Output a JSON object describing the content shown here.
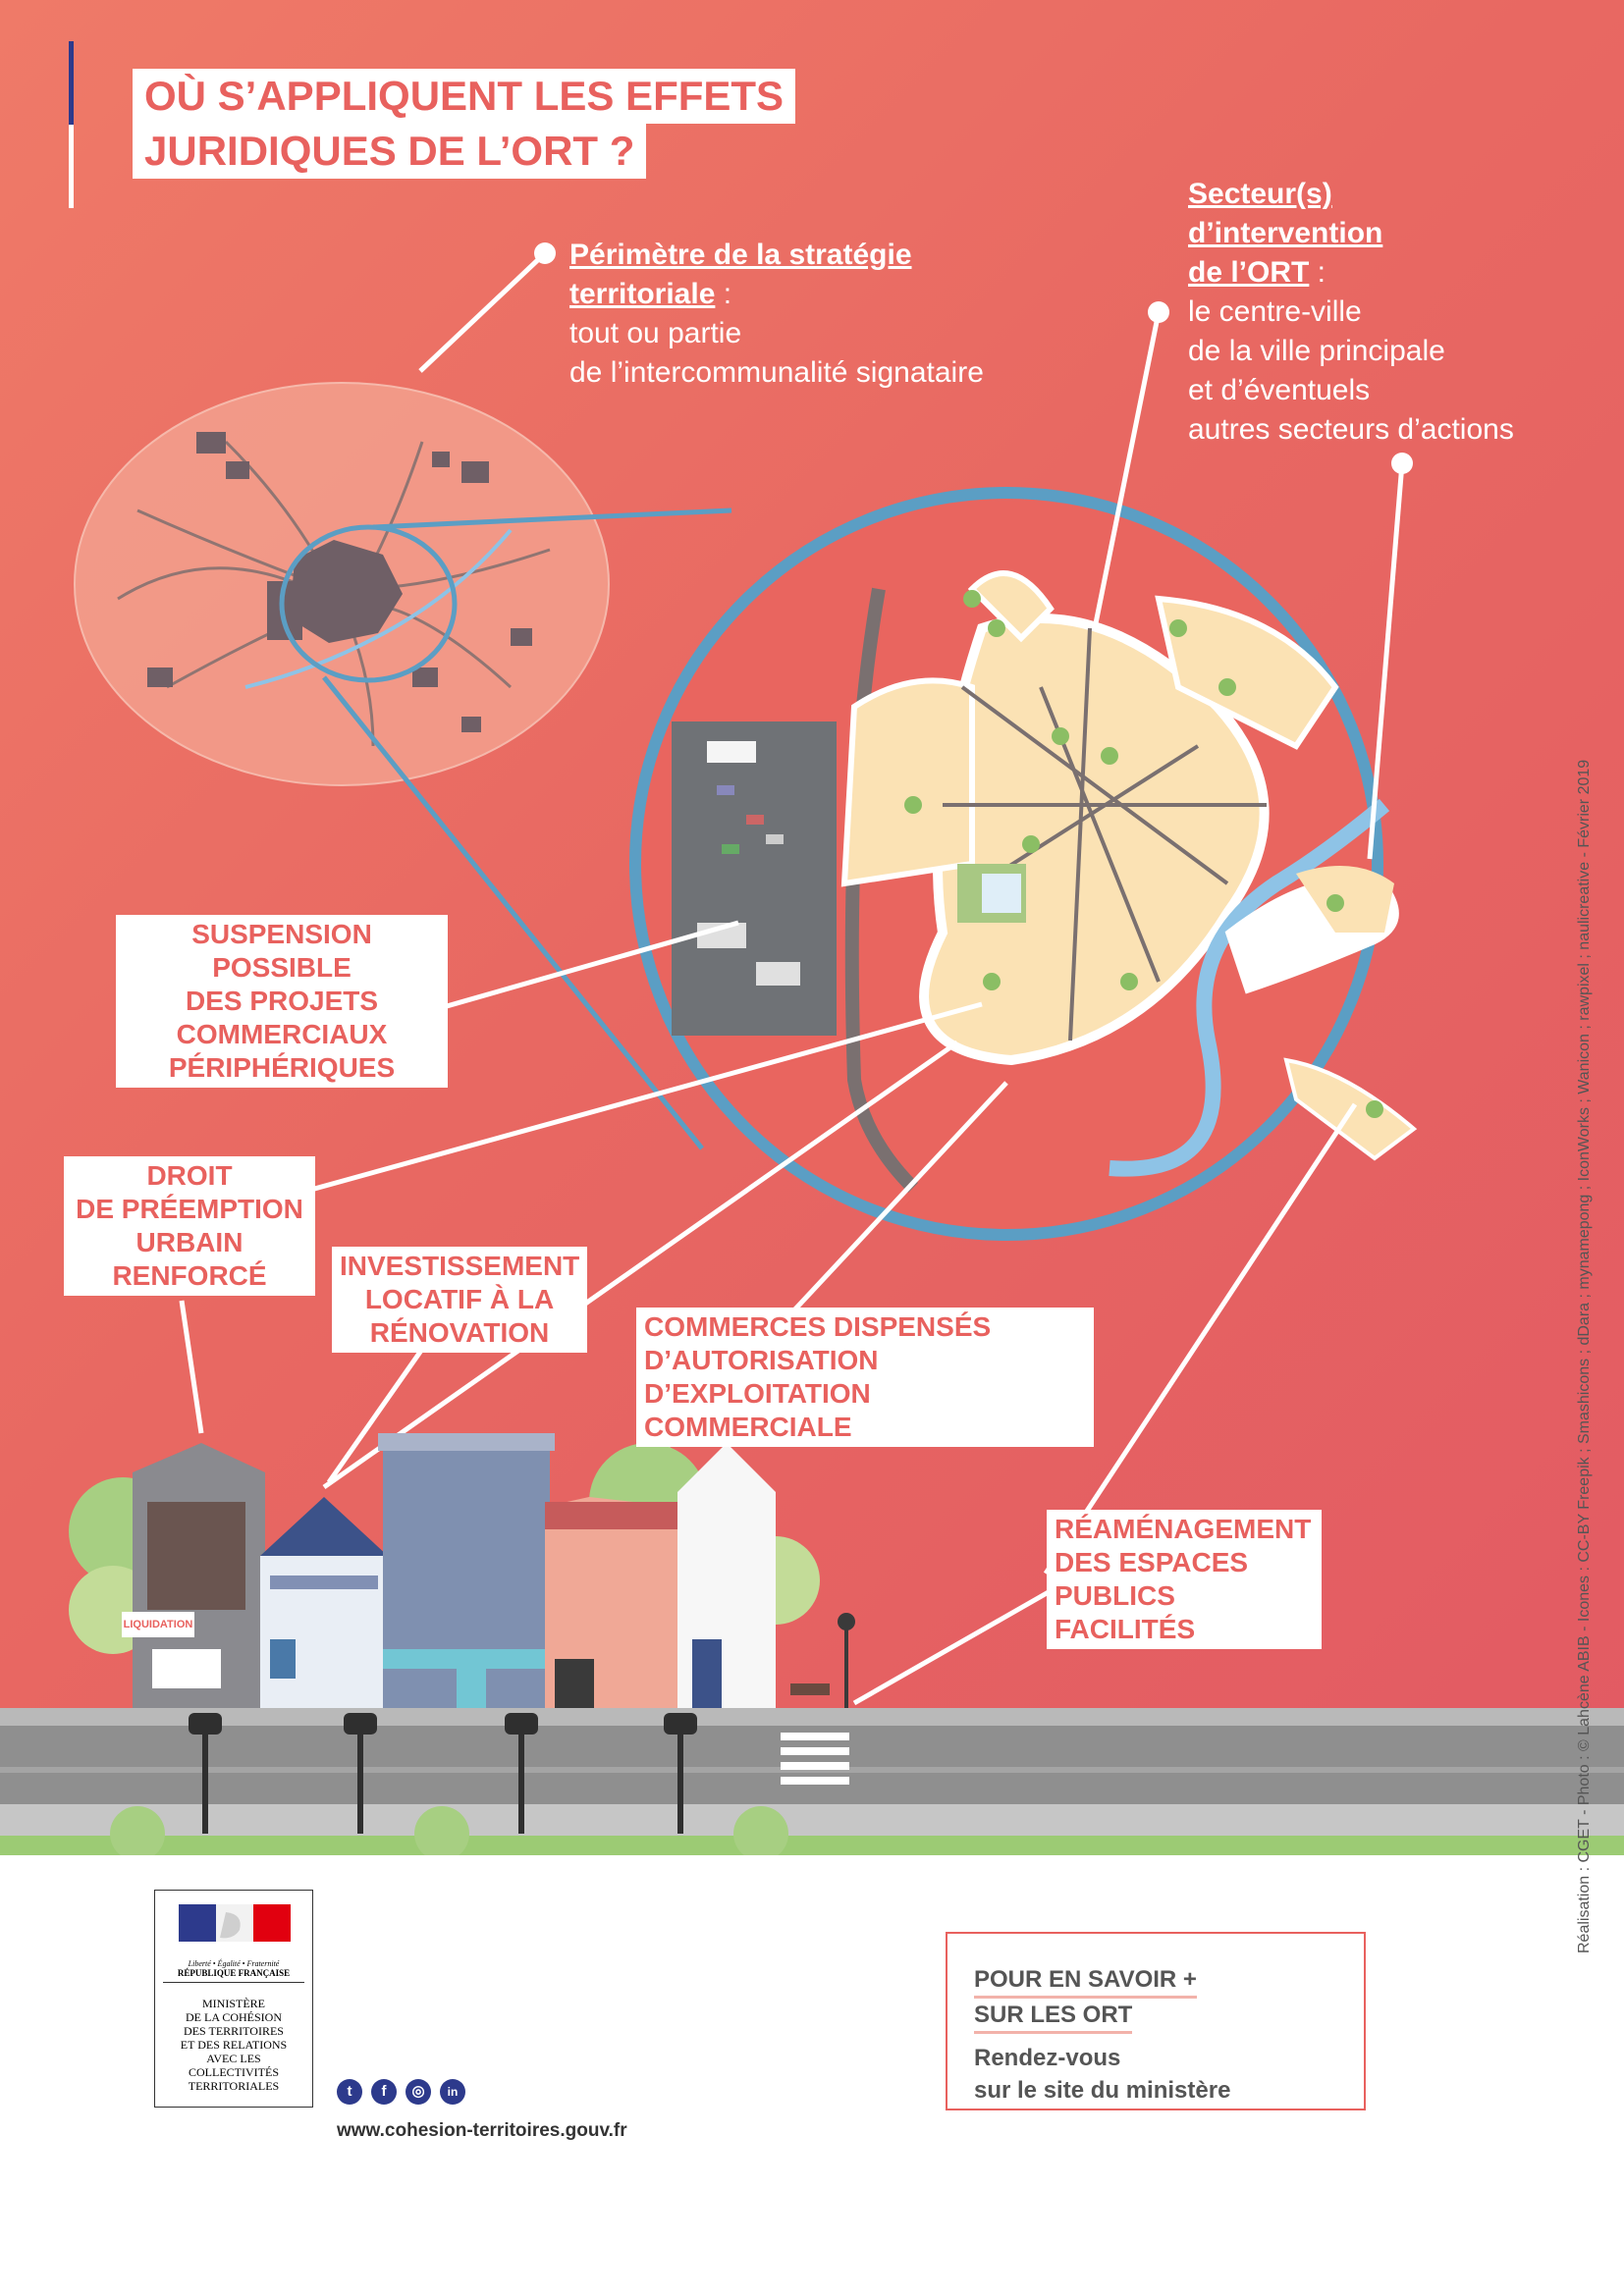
{
  "title": {
    "line1": "OÙ S’APPLIQUENT LES EFFETS",
    "line2": "JURIDIQUES DE L’ORT ?"
  },
  "perimetre": {
    "heading_1": "Périmètre de la stratégie",
    "heading_2": "territoriale",
    "colon": " :",
    "text_1": "tout ou partie",
    "text_2": "de l’intercommunalité signataire"
  },
  "secteurs": {
    "heading_1": "Secteur(s)",
    "heading_2": "d’intervention",
    "heading_3": "de l’ORT",
    "colon": " :",
    "text_1": "le centre-ville",
    "text_2": "de la ville principale",
    "text_3": "et d’éventuels",
    "text_4": "autres secteurs d’actions"
  },
  "labels": {
    "suspension": [
      "SUSPENSION POSSIBLE",
      "DES PROJETS",
      "COMMERCIAUX",
      "PÉRIPHÉRIQUES"
    ],
    "droit": [
      "DROIT",
      "DE PRÉEMPTION",
      "URBAIN",
      "RENFORCÉ"
    ],
    "investissement": [
      "INVESTISSEMENT",
      "LOCATIF À LA",
      "RÉNOVATION"
    ],
    "commerces": [
      "COMMERCES DISPENSÉS",
      "D’AUTORISATION",
      "D’EXPLOITATION COMMERCIALE"
    ],
    "reamenagement": [
      "RÉAMÉNAGEMENT",
      "DES ESPACES",
      "PUBLICS FACILITÉS"
    ]
  },
  "shop_sign": "LIQUIDATION",
  "credit": "Réalisation : CGET - Photo : © Lahcène ABIB - Icones : CC-BY Freepik ; Smashicons ; dDara ; mynamepong ; IconWorks ; Wanicon ; rawpixel ; naulicreative - Février 2019",
  "footer": {
    "logo_motto": "Liberté • Égalité • Fraternité",
    "logo_republic": "RÉPUBLIQUE FRANÇAISE",
    "ministry": [
      "MINISTÈRE",
      "DE LA COHÉSION",
      "DES TERRITOIRES",
      "ET DES RELATIONS",
      "AVEC LES",
      "COLLECTIVITÉS",
      "TERRITORIALES"
    ],
    "social_icons": [
      "twitter-icon",
      "facebook-icon",
      "instagram-icon",
      "linkedin-icon"
    ],
    "website": "www.cohesion-territoires.gouv.fr",
    "info_heading_1": "POUR EN SAVOIR +",
    "info_heading_2": "SUR LES ORT",
    "info_text_1": "Rendez-vous",
    "info_text_2": "sur le site du ministère"
  },
  "colors": {
    "accent": "#e8615e",
    "background_top": "#ef7a68",
    "background_bottom": "#e25a63",
    "ring": "#5b9ec4",
    "marianne_blue": "#2d3a8c"
  }
}
